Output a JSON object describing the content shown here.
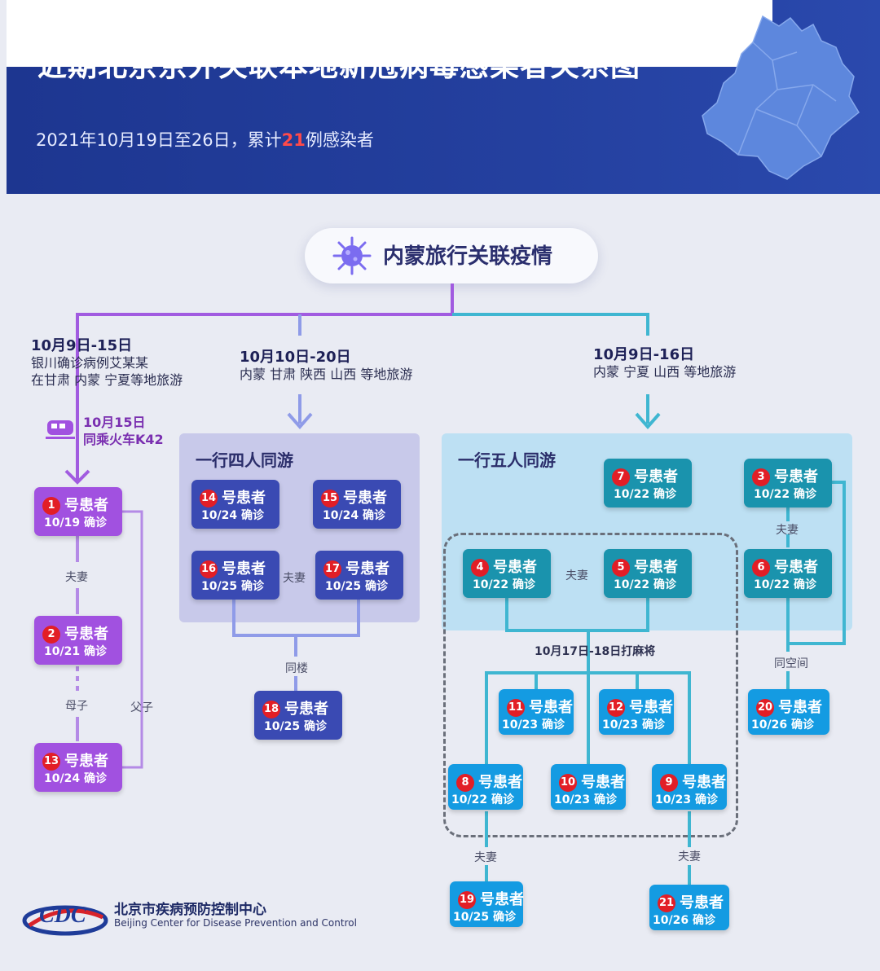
{
  "header": {
    "title": "近期北京京外关联本地新冠病毒感染者关系图",
    "subtitle_prefix": "2021年10月19日至26日，累计",
    "subtitle_count": "21",
    "subtitle_suffix": "例感染者"
  },
  "center": {
    "label": "内蒙旅行关联疫情"
  },
  "branches": {
    "left": {
      "date": "10月9日-15日",
      "line1": "银川确诊病例艾某某",
      "line2": "在甘肃 内蒙 宁夏等地旅游",
      "train_date": "10月15日",
      "train_text": "同乘火车K42"
    },
    "middle": {
      "date": "10月10日-20日",
      "line1": "内蒙 甘肃 陕西 山西 等地旅游"
    },
    "right": {
      "date": "10月9日-16日",
      "line1": "内蒙 宁夏 山西 等地旅游"
    }
  },
  "groups": {
    "four": "一行四人同游",
    "five": "一行五人同游"
  },
  "relations": {
    "couple": "夫妻",
    "mother_son": "母子",
    "father_son": "父子",
    "same_building": "同楼",
    "same_space": "同空间",
    "mahjong": "10月17日-18日打麻将"
  },
  "patient_suffix": "号患者",
  "diag_suffix": "确诊",
  "patients": {
    "p1": {
      "num": "1",
      "date": "10/19"
    },
    "p2": {
      "num": "2",
      "date": "10/21"
    },
    "p13": {
      "num": "13",
      "date": "10/24"
    },
    "p14": {
      "num": "14",
      "date": "10/24"
    },
    "p15": {
      "num": "15",
      "date": "10/24"
    },
    "p16": {
      "num": "16",
      "date": "10/25"
    },
    "p17": {
      "num": "17",
      "date": "10/25"
    },
    "p18": {
      "num": "18",
      "date": "10/25"
    },
    "p7": {
      "num": "7",
      "date": "10/22"
    },
    "p3": {
      "num": "3",
      "date": "10/22"
    },
    "p4": {
      "num": "4",
      "date": "10/22"
    },
    "p5": {
      "num": "5",
      "date": "10/22"
    },
    "p6": {
      "num": "6",
      "date": "10/22"
    },
    "p11": {
      "num": "11",
      "date": "10/23"
    },
    "p12": {
      "num": "12",
      "date": "10/23"
    },
    "p20": {
      "num": "20",
      "date": "10/26"
    },
    "p8": {
      "num": "8",
      "date": "10/22"
    },
    "p10": {
      "num": "10",
      "date": "10/23"
    },
    "p9": {
      "num": "9",
      "date": "10/23"
    },
    "p19": {
      "num": "19",
      "date": "10/25"
    },
    "p21": {
      "num": "21",
      "date": "10/26"
    }
  },
  "logo": {
    "name_cn": "北京市疾病预防控制中心",
    "name_en": "Beijing Center for Disease Prevention and Control"
  },
  "colors": {
    "purple": "#a151e0",
    "navy": "#3a4ab3",
    "teal": "#1a93ad",
    "blue": "#149be2",
    "badge": "#e21e26",
    "header": "#24409f"
  }
}
